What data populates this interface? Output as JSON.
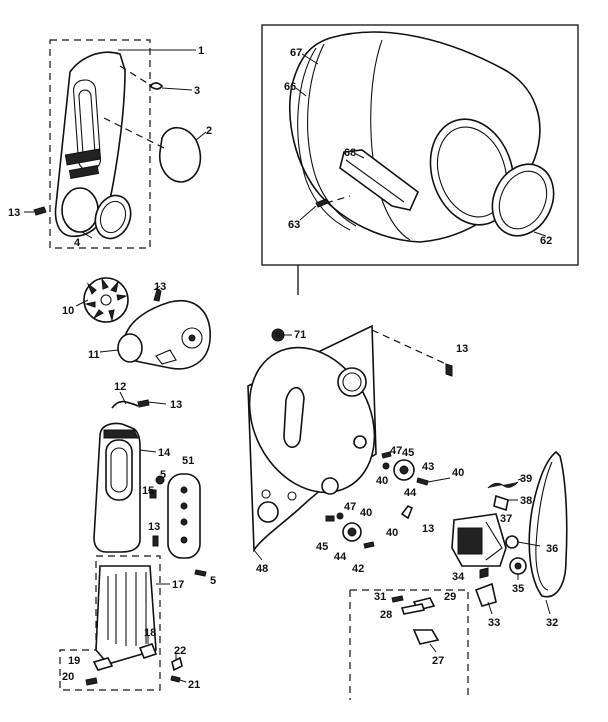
{
  "labels": {
    "p1": "1",
    "p2": "2",
    "p3": "3",
    "p4": "4",
    "p5a": "5",
    "p5b": "5",
    "p10": "10",
    "p11": "11",
    "p12": "12",
    "p13a": "13",
    "p13b": "13",
    "p13c": "13",
    "p13d": "13",
    "p13e": "13",
    "p13f": "13",
    "p14": "14",
    "p15": "15",
    "p17": "17",
    "p18": "18",
    "p19": "19",
    "p20": "20",
    "p21": "21",
    "p22": "22",
    "p27": "27",
    "p28": "28",
    "p29": "29",
    "p31": "31",
    "p32": "32",
    "p33": "33",
    "p34": "34",
    "p35": "35",
    "p36": "36",
    "p37": "37",
    "p38": "38",
    "p39": "39",
    "p40a": "40",
    "p40b": "40",
    "p40c": "40",
    "p40d": "40",
    "p42": "42",
    "p43": "43",
    "p44a": "44",
    "p44b": "44",
    "p45a": "45",
    "p45b": "45",
    "p47a": "47",
    "p47b": "47",
    "p48": "48",
    "p51": "51",
    "p62": "62",
    "p63": "63",
    "p66": "66",
    "p67": "67",
    "p68": "68",
    "p71": "71"
  }
}
